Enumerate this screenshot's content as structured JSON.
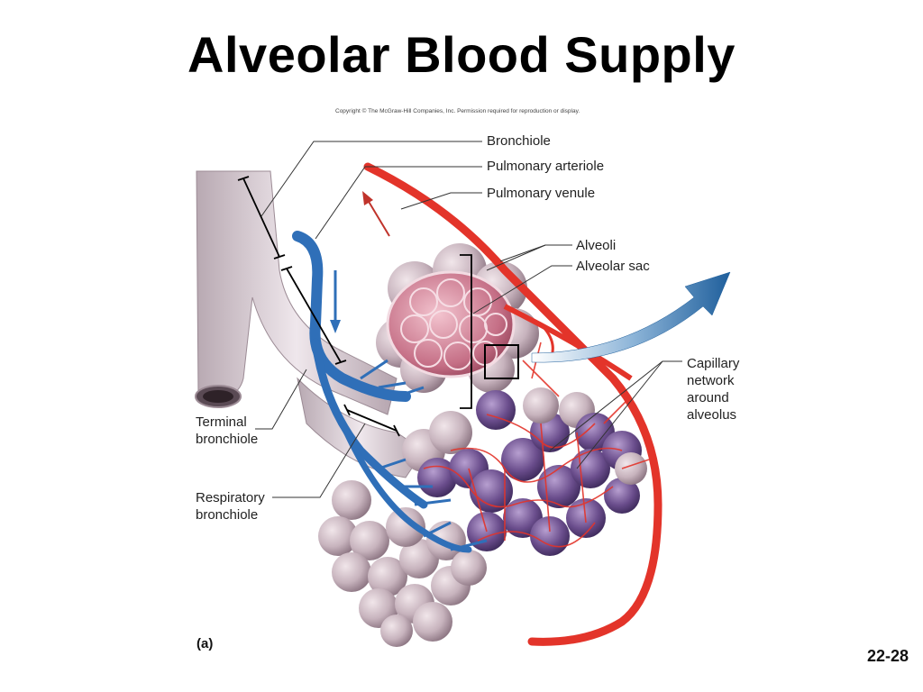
{
  "slide": {
    "title": "Alveolar Blood Supply",
    "copyright": "Copyright © The McGraw-Hill Companies, Inc. Permission required for reproduction or display.",
    "panel_letter": "(a)",
    "page_number": "22-28"
  },
  "labels": {
    "bronchiole": "Bronchiole",
    "pulmonary_arteriole": "Pulmonary arteriole",
    "pulmonary_venule": "Pulmonary venule",
    "alveoli": "Alveoli",
    "alveolar_sac": "Alveolar sac",
    "capillary_network": "Capillary network around alveolus",
    "terminal_bronchiole": "Terminal bronchiole",
    "respiratory_bronchiole": "Respiratory bronchiole"
  },
  "colors": {
    "airway": "#d9ccd3",
    "alveolus": "#c98a9c",
    "artery_blue": "#2f6fb8",
    "vein_red": "#e3342a",
    "capillary_purple": "#6a4d8c",
    "arrow_blue": "#2b6aa8"
  }
}
